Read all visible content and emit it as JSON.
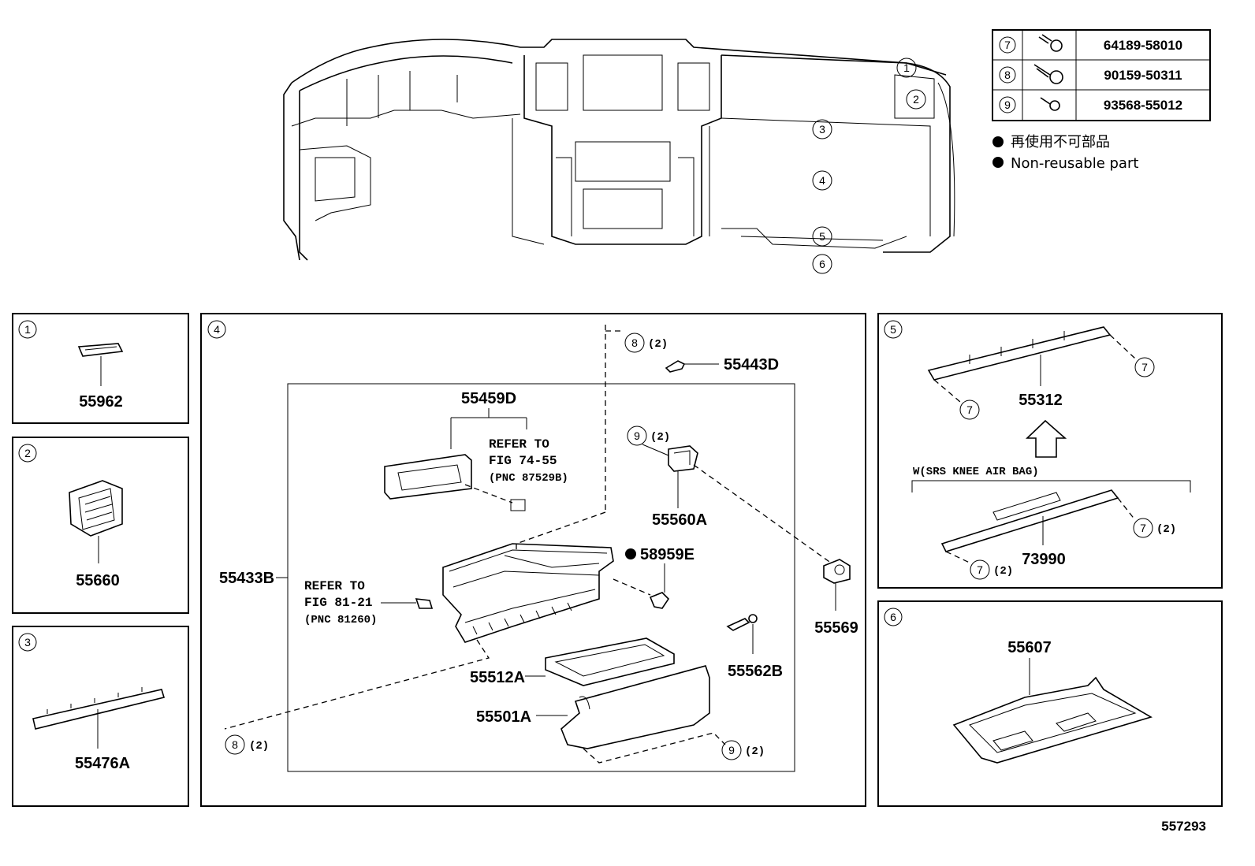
{
  "fastener_table": [
    {
      "ref": "7",
      "part_no": "64189-58010",
      "icon": "bolt-icon"
    },
    {
      "ref": "8",
      "part_no": "90159-50311",
      "icon": "screw-icon"
    },
    {
      "ref": "9",
      "part_no": "93568-55012",
      "icon": "screw-icon"
    }
  ],
  "legend": {
    "jp": "再使用不可部品",
    "en": "Non-reusable part"
  },
  "overview_callouts": [
    "1",
    "2",
    "3",
    "4",
    "5",
    "6"
  ],
  "panels": {
    "p1": {
      "num": "1",
      "part": "55962"
    },
    "p2": {
      "num": "2",
      "part": "55660"
    },
    "p3": {
      "num": "3",
      "part": "55476A"
    },
    "p4": {
      "num": "4",
      "parts": {
        "p55443D": "55443D",
        "p55459D": "55459D",
        "p55560A": "55560A",
        "p58959E": "58959E",
        "p55433B": "55433B",
        "p55569": "55569",
        "p55562B": "55562B",
        "p55512A": "55512A",
        "p55501A": "55501A"
      },
      "refer1": {
        "l1": "REFER TO",
        "l2": "FIG 74-55",
        "l3": "(PNC 87529B)"
      },
      "refer2": {
        "l1": "REFER TO",
        "l2": "FIG 81-21",
        "l3": "(PNC 81260)"
      },
      "qty_8_top": "8",
      "qty_8_bottom": "8",
      "qty_9_a": "9",
      "qty_9_b": "9",
      "qty_text": "(2)"
    },
    "p5": {
      "num": "5",
      "part_top": "55312",
      "note": "W(SRS KNEE AIR BAG)",
      "part_bottom": "73990",
      "c7": "7",
      "qty_text": "(2)"
    },
    "p6": {
      "num": "6",
      "part": "55607"
    }
  },
  "figure_id": "557293"
}
